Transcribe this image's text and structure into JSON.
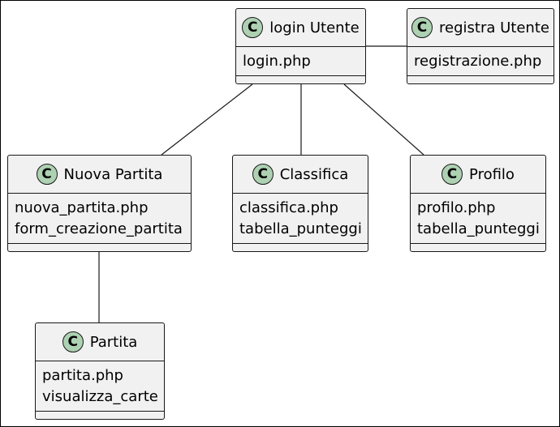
{
  "classes": {
    "login": {
      "badge": "C",
      "name": "login Utente",
      "members": [
        "login.php"
      ]
    },
    "registra": {
      "badge": "C",
      "name": "registra Utente",
      "members": [
        "registrazione.php"
      ]
    },
    "nuova": {
      "badge": "C",
      "name": "Nuova Partita",
      "members": [
        "nuova_partita.php",
        "form_creazione_partita"
      ]
    },
    "classifica": {
      "badge": "C",
      "name": "Classifica",
      "members": [
        "classifica.php",
        "tabella_punteggi"
      ]
    },
    "profilo": {
      "badge": "C",
      "name": "Profilo",
      "members": [
        "profilo.php",
        "tabella_punteggi"
      ]
    },
    "partita": {
      "badge": "C",
      "name": "Partita",
      "members": [
        "partita.php",
        "visualizza_carte"
      ]
    }
  },
  "colors": {
    "class_fill": "#f1f1f1",
    "badge_fill": "#add1b2",
    "border": "#181818"
  }
}
